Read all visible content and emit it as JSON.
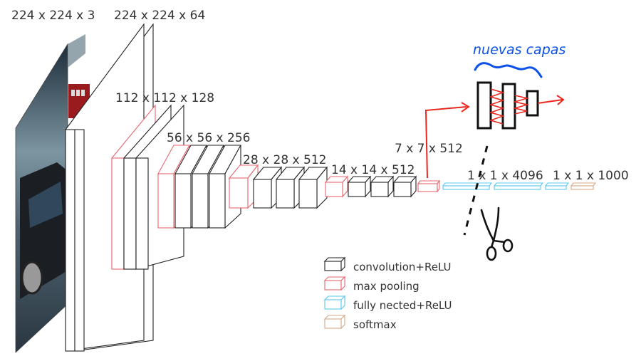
{
  "labels": {
    "input": "224 x 224 x 3",
    "conv1": "224 x 224 x 64",
    "conv2": "112 x 112 x 128",
    "conv3": "56 x 56 x 256",
    "conv4": "28 x 28 x 512",
    "conv5": "14 x 14 x 512",
    "pool5": "7 x 7 x 512",
    "fc": "1 x 1 x 4096",
    "out": "1 x 1 x 1000"
  },
  "legend": {
    "conv": "convolution+ReLU",
    "pool": "max pooling",
    "fc": "fully nected+ReLU",
    "softmax": "softmax"
  },
  "annotation": {
    "new_layers": "nuevas capas"
  },
  "colors": {
    "conv": "#222222",
    "pool": "#e8676f",
    "fc": "#5bc8ee",
    "softmax": "#d6a98a",
    "annotation_red": "#e8281f",
    "annotation_blue": "#0b50e8"
  },
  "icons": {
    "scissors": "scissors-icon"
  }
}
